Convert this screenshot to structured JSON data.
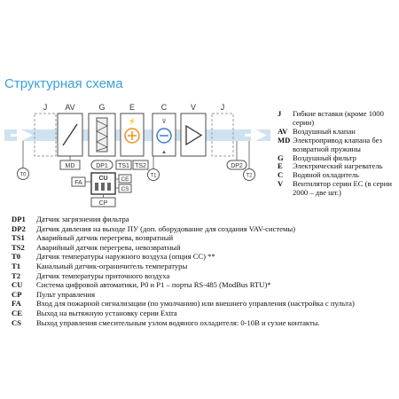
{
  "title": "Структурная схема",
  "diagram": {
    "units": [
      {
        "code": "J"
      },
      {
        "code": "AV"
      },
      {
        "code": "G"
      },
      {
        "code": "E"
      },
      {
        "code": "C"
      },
      {
        "code": "V"
      },
      {
        "code": "J"
      }
    ],
    "sensors": {
      "t0": "T0",
      "md": "MD",
      "dp1": "DP1",
      "ts1": "TS1",
      "ts2": "TS2",
      "t1": "T1",
      "dp2": "DP2",
      "t2": "T2"
    },
    "control": {
      "fa": "FA",
      "cu": "CU",
      "ce": "CE",
      "cs": "CS",
      "cp": "CP"
    },
    "colors": {
      "duct": "#cfe2ef",
      "box_stroke": "#4b4b4b",
      "heater_orange": "#f0921e",
      "cooler_blue": "#3a7bc8",
      "dashed": "#9a9a9a"
    }
  },
  "side_legend": [
    {
      "code": "J",
      "desc": "Гибкие вставки (кроме 1000 серии)"
    },
    {
      "code": "AV",
      "desc": "Воздушный клапан"
    },
    {
      "code": "MD",
      "desc": "Электропривод клапана без возвратной пружины"
    },
    {
      "code": "G",
      "desc": "Воздушный фильтр"
    },
    {
      "code": "E",
      "desc": "Электрический нагреватель"
    },
    {
      "code": "C",
      "desc": "Водяной охладитель"
    },
    {
      "code": "V",
      "desc": "Вентилятор серии EC (в серии 2000 – две шт.)"
    }
  ],
  "bottom_legend": [
    {
      "code": "DP1",
      "desc": "Датчик загрязнения фильтра"
    },
    {
      "code": "DP2",
      "desc": "Датчик давления на выходе ПУ (доп. оборудование для создания VAV-системы)"
    },
    {
      "code": "TS1",
      "desc": "Аварийный датчик перегрева, возвратный"
    },
    {
      "code": "TS2",
      "desc": "Аварийный датчик перегрева, невозвратный"
    },
    {
      "code": "T0",
      "desc": "Датчик температуры наружного воздуха (опция CC) **"
    },
    {
      "code": "T1",
      "desc": "Канальный датчик-ограничитель температуры"
    },
    {
      "code": "T2",
      "desc": "Датчик температуры приточного воздуха"
    },
    {
      "code": "CU",
      "desc": "Система цифровой автоматики, P0 и P1 – порты RS-485 (ModBus RTU)*"
    },
    {
      "code": "CP",
      "desc": "Пульт управления"
    },
    {
      "code": "FA",
      "desc": "Вход для пожарной сигнализации (по умолчанию) или внешнего управления (настройка с пульта)"
    },
    {
      "code": "CE",
      "desc": "Выход на вытяжную установку серии Extra"
    },
    {
      "code": "CS",
      "desc": "Выход управления смесительным узлом водяного охладителя: 0-10В и сухие контакты."
    }
  ]
}
